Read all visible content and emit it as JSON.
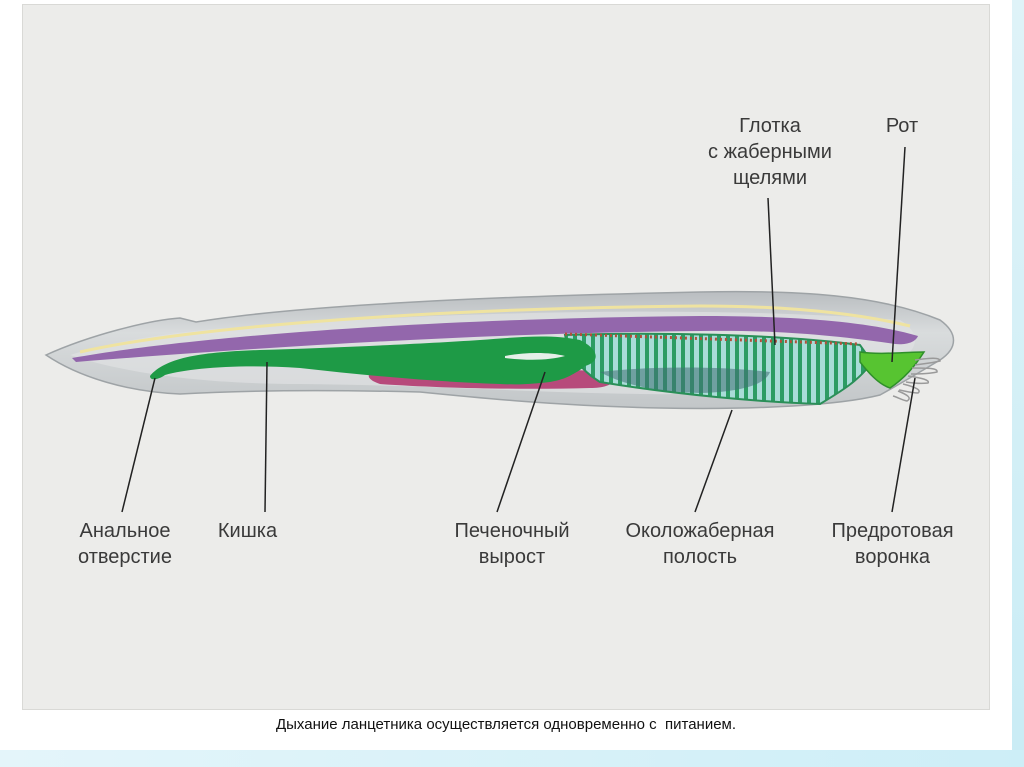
{
  "labels": {
    "pharynx": "Глотка\nс жаберными\nщелями",
    "mouth": "Рот",
    "anus": "Анальное\nотверстие",
    "intestine": "Кишка",
    "liver": "Печеночный\nвырост",
    "atrium": "Околожаберная\nполость",
    "oral_funnel": "Предротовая\nворонка"
  },
  "caption": "Дыхание ланцетника осуществляется одновременно с  питанием.",
  "colors": {
    "panel": "#ececea",
    "body_fill": "#cfd2d4",
    "gut": "#1e9a46",
    "notochord": "#8b5aa6",
    "nerve_cord": "#efe3a0",
    "gill_bars": "#7fc6c8",
    "liver_pink": "#b0306a"
  }
}
